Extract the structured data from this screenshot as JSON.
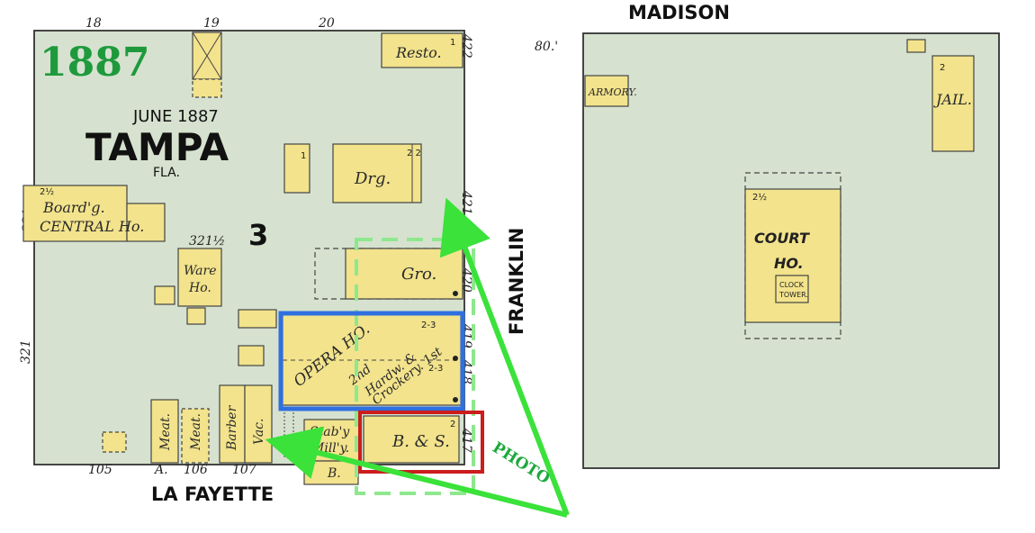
{
  "year": "1887",
  "title": {
    "date": "JUNE 1887",
    "city": "TAMPA",
    "state": "FLA."
  },
  "block_number": "3",
  "streets": {
    "madison": "MADISON",
    "franklin": "FRANKLIN",
    "lafayette": "LA FAYETTE"
  },
  "lot_numbers": {
    "n18": "18",
    "n19": "19",
    "n20": "20",
    "n105": "105",
    "a": "A.",
    "n106": "106",
    "n107": "107",
    "n321": "321",
    "n321b": "321",
    "n32112": "321½",
    "n80": "80.'",
    "n421": "421",
    "n420": "420",
    "n419": "419",
    "n418": "418",
    "n417": "417"
  },
  "buildings": {
    "resto": "Resto.",
    "drg": "Drg.",
    "boardg": "Board'g.",
    "central": "CENTRAL Ho.",
    "ware1": "Ware",
    "ware2": "Ho.",
    "gro": "Gro.",
    "opera": "OPERA HO.",
    "second": "2nd",
    "hardw": "Hardw. &",
    "crockery": "Crockery. 1st",
    "meat1": "Meat.",
    "meat2": "Meat.",
    "barber": "Barber",
    "vac": "Vac.",
    "stab": "Stab'y",
    "milly": "Mill'y.",
    "b": "B.",
    "bs": "B. & S.",
    "armory": "ARMORY.",
    "jail": "JAIL.",
    "court1": "COURT",
    "court2": "HO.",
    "clock1": "CLOCK",
    "clock2": "TOWER."
  },
  "photo_label": "PHOTO",
  "colors": {
    "ground": "#d6e2cf",
    "building": "#f2e38c",
    "year": "#1e9a3c",
    "arrow": "#3ae23a",
    "blue_box": "#2f6fe0",
    "red_box": "#cc1d1d"
  }
}
